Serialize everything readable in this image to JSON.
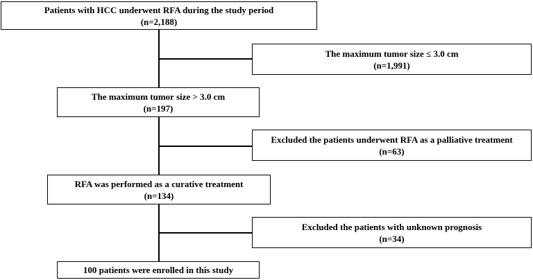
{
  "flowchart": {
    "boxes": [
      {
        "line1": "Patients with HCC underwent RFA during the study period",
        "line2": "(n=2,188)"
      },
      {
        "line1": "The maximum tumor size ≤ 3.0 cm",
        "line2": "(n=1,991)"
      },
      {
        "line1": "The maximum tumor size > 3.0 cm",
        "line2": "(n=197)"
      },
      {
        "line1": "Excluded the patients underwent RFA as a palliative treatment",
        "line2": "(n=63)"
      },
      {
        "line1": "RFA was performed as a curative treatment",
        "line2": "(n=134)"
      },
      {
        "line1": "Excluded the patients with unknown prognosis",
        "line2": "(n=34)"
      },
      {
        "line1": "100 patients were enrolled in this study",
        "line2": ""
      }
    ]
  }
}
